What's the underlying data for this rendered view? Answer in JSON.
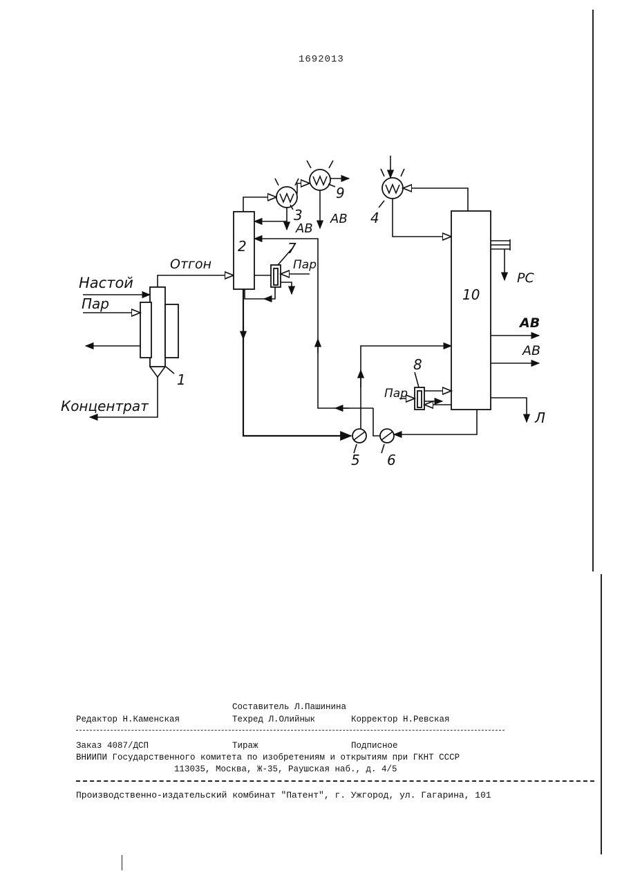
{
  "header": {
    "patent_number": "1692013"
  },
  "diagram": {
    "labels": {
      "nastoy": "Настой",
      "par_left": "Пар",
      "otgon": "Отгон",
      "koncentrat": "Концентрат",
      "par_7": "Пар",
      "par_8": "Пар",
      "av_3": "АВ",
      "av_9": "АВ",
      "rs": "РС",
      "av_10a": "АВ",
      "av_10b": "АВ",
      "l": "Л"
    },
    "numbers": {
      "n1": "1",
      "n2": "2",
      "n3": "3",
      "n4": "4",
      "n5": "5",
      "n6": "6",
      "n7": "7",
      "n8": "8",
      "n9": "9",
      "n10": "10"
    },
    "icons": [
      "heat-exchanger-icon",
      "pump-icon",
      "column-icon",
      "reboiler-icon"
    ]
  },
  "footer": {
    "compiler": "Составитель Л.Пашинина",
    "editor": "Редактор Н.Каменская",
    "techred": "Техред Л.Олийнык",
    "corrector": "Корректор Н.Ревская",
    "order": "Заказ 4087/ДСП",
    "tirazh": "Тираж",
    "podpisnoe": "Подписное",
    "vniipi": "ВНИИПИ Государственного комитета по изобретениям и открытиям при ГКНТ СССР",
    "address": "113035, Москва, Ж-35, Раушская наб., д. 4/5",
    "publisher": "Производственно-издательский комбинат \"Патент\", г. Ужгород, ул. Гагарина, 101"
  }
}
